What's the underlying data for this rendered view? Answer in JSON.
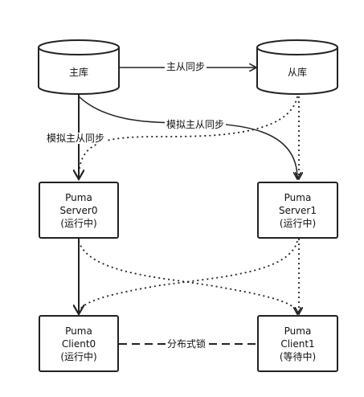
{
  "databases": {
    "master": {
      "label": "主库"
    },
    "slave": {
      "label": "从库"
    }
  },
  "servers": {
    "server0": {
      "line1": "Puma",
      "line2": "Server0",
      "line3": "(运行中)"
    },
    "server1": {
      "line1": "Puma",
      "line2": "Server1",
      "line3": "(运行中)"
    }
  },
  "clients": {
    "client0": {
      "line1": "Puma",
      "line2": "Client0",
      "line3": "(运行中)"
    },
    "client1": {
      "line1": "Puma",
      "line2": "Client1",
      "line3": "(等待中)"
    }
  },
  "edges": {
    "master_slave_sync": "主从同步",
    "simulated_sync_left": "模拟主从同步",
    "simulated_sync_right": "模拟主从同步",
    "distributed_lock": "分布式锁"
  },
  "colors": {
    "stroke": "#222222",
    "background": "#ffffff"
  }
}
